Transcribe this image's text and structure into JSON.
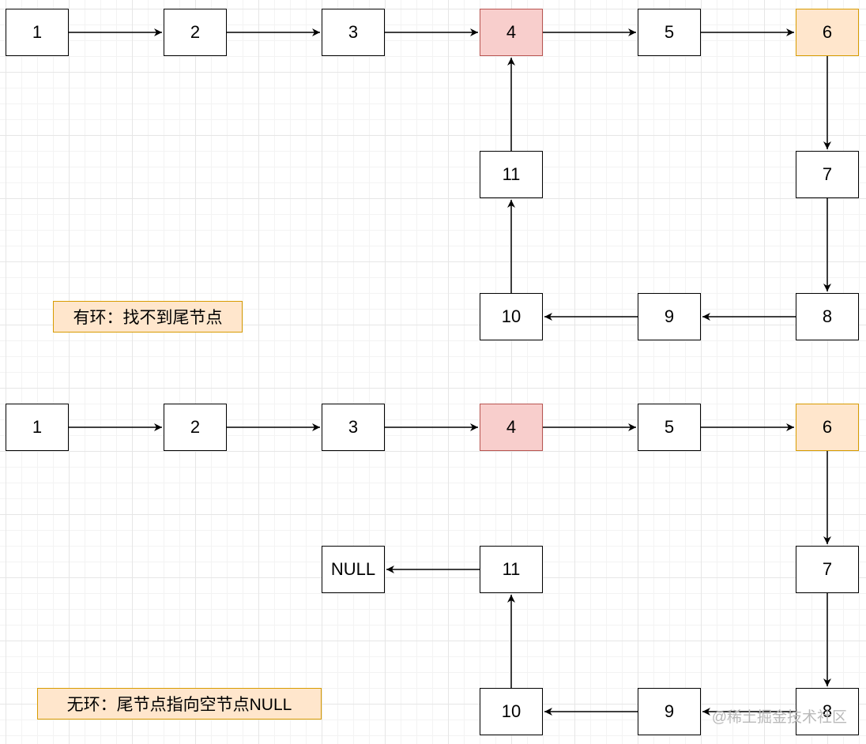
{
  "diagram_top": {
    "caption": "有环：找不到尾节点",
    "nodes": [
      "1",
      "2",
      "3",
      "4",
      "5",
      "6",
      "7",
      "8",
      "9",
      "10",
      "11"
    ]
  },
  "diagram_bottom": {
    "caption": "无环：尾节点指向空节点NULL",
    "nodes": [
      "1",
      "2",
      "3",
      "4",
      "5",
      "6",
      "7",
      "8",
      "9",
      "10",
      "11"
    ],
    "null_node": "NULL"
  },
  "watermark": "@稀土掘金技术社区",
  "colors": {
    "highlight_red_fill": "#f8cecc",
    "highlight_red_stroke": "#b85450",
    "highlight_orange_fill": "#ffe6cc",
    "highlight_orange_stroke": "#d79b00"
  }
}
